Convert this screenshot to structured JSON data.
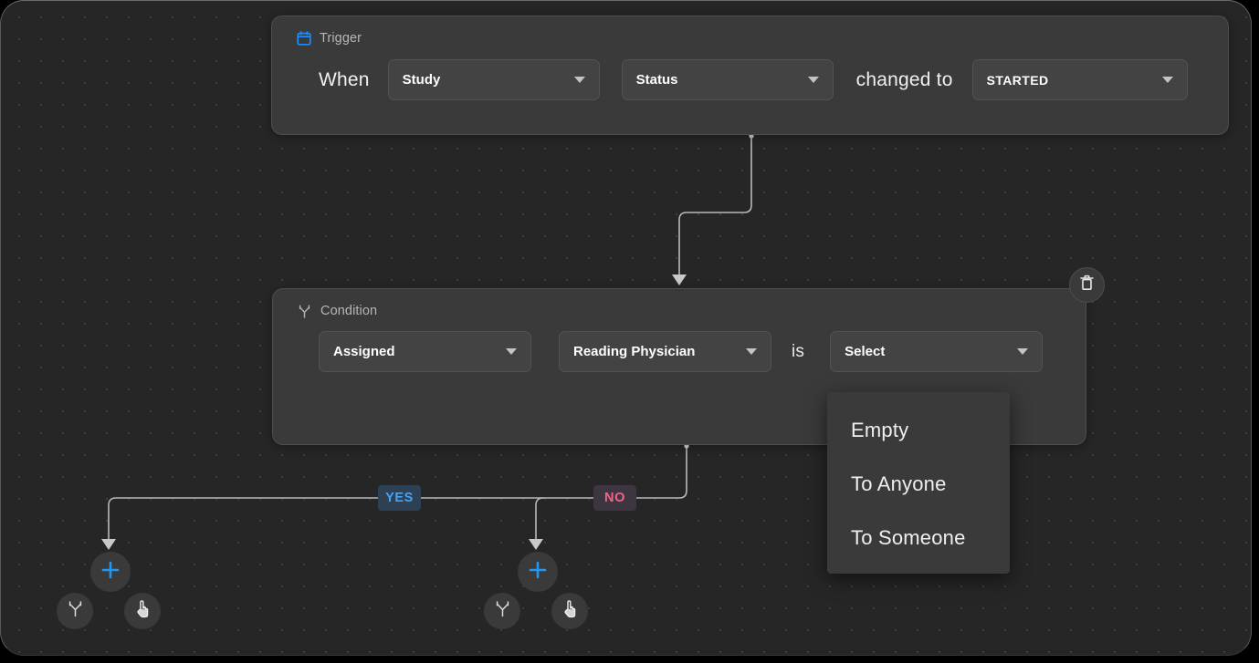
{
  "canvas": {
    "background_color": "#262626",
    "dot_color": "#3d3d3d"
  },
  "trigger": {
    "icon": "calendar-icon",
    "icon_color": "#1a8cff",
    "title": "Trigger",
    "when_label": "When",
    "changed_to_label": "changed to",
    "entity_select": {
      "value": "Study",
      "caret": "chevron-down-icon"
    },
    "field_select": {
      "value": "Status",
      "caret": "chevron-down-icon"
    },
    "value_select": {
      "value": "STARTED",
      "caret": "chevron-down-icon"
    }
  },
  "condition": {
    "icon": "branch-icon",
    "title": "Condition",
    "is_label": "is",
    "subject_select": {
      "value": "Assigned",
      "caret": "chevron-down-icon"
    },
    "role_select": {
      "value": "Reading Physician",
      "caret": "chevron-down-icon"
    },
    "value_select": {
      "value": "Select",
      "caret": "chevron-down-icon"
    },
    "delete_icon": "trash-icon"
  },
  "dropdown": {
    "open": true,
    "options": [
      {
        "label": "Empty"
      },
      {
        "label": "To Anyone"
      },
      {
        "label": "To Someone"
      }
    ]
  },
  "branches": [
    {
      "label": "YES",
      "text_color": "#4aa3f0",
      "bg_color": "#2d4054"
    },
    {
      "label": "NO",
      "text_color": "#f2658a",
      "bg_color": "#3d3540"
    }
  ],
  "add_clusters": [
    {
      "branch": "yes",
      "plus_icon": "plus-icon",
      "plus_color": "#2196f3",
      "condition_icon": "branch-icon",
      "action_icon": "tap-hand-icon"
    },
    {
      "branch": "no",
      "plus_icon": "plus-icon",
      "plus_color": "#2196f3",
      "condition_icon": "branch-icon",
      "action_icon": "tap-hand-icon"
    }
  ]
}
